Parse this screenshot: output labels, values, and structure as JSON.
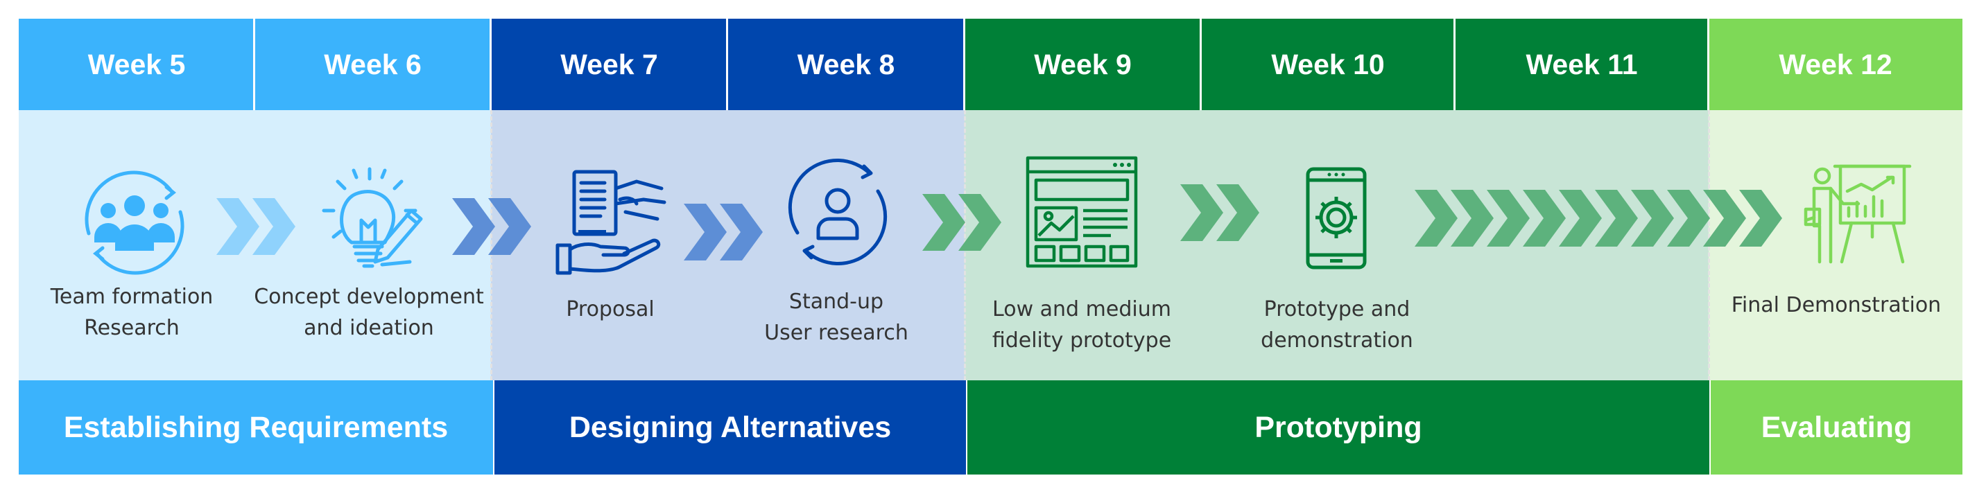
{
  "weeks": [
    "Week 5",
    "Week 6",
    "Week 7",
    "Week 8",
    "Week 9",
    "Week 10",
    "Week 11",
    "Week 12"
  ],
  "phases": [
    "Establishing Requirements",
    "Designing Alternatives",
    "Prototyping",
    "Evaluating"
  ],
  "steps": [
    {
      "line1": "Team formation",
      "line2": "Research",
      "icon": "team-icon"
    },
    {
      "line1": "Concept development",
      "line2": "and ideation",
      "icon": "lightbulb-icon"
    },
    {
      "line1": "Proposal",
      "line2": "",
      "icon": "proposal-icon"
    },
    {
      "line1": "Stand-up",
      "line2": "User research",
      "icon": "user-research-icon"
    },
    {
      "line1": "Low and medium",
      "line2": "fidelity prototype",
      "icon": "wireframe-icon"
    },
    {
      "line1": "Prototype and",
      "line2": "demonstration",
      "icon": "mobile-gear-icon"
    },
    {
      "line1": "Final Demonstration",
      "line2": "",
      "icon": "presentation-icon"
    }
  ],
  "colors": {
    "phase1": "#3bb3fc",
    "phase2": "#0046ad",
    "phase3": "#008037",
    "phase4": "#7ed957",
    "band1": "#d6effd",
    "band2": "#c8d8ef",
    "band3": "#c8e5d6",
    "band4": "#e4f5dc"
  }
}
